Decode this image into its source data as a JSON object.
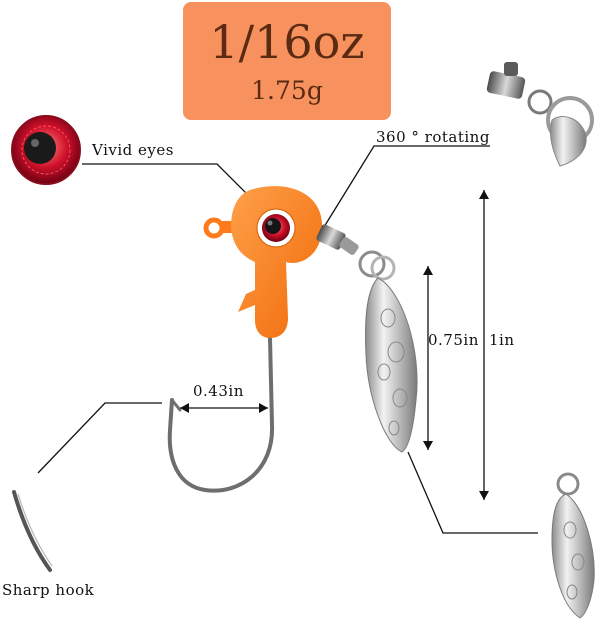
{
  "header": {
    "weight_oz": "1/16oz",
    "weight_g": "1.75g"
  },
  "callouts": {
    "vivid_eyes": "Vivid eyes",
    "rotating": "360 ° rotating",
    "sharp_hook": "Sharp hook"
  },
  "dimensions": {
    "hook_gap": "0.43in",
    "blade_length": "0.75in",
    "total_length": "1in"
  },
  "colors": {
    "banner": "#f7925e",
    "jig_head": "#ff7a1a",
    "eye_red": "#c8102e",
    "hook_metal": "#6e6e6e",
    "blade_silver": "#c8c8c8"
  },
  "icons": [
    "eye-closeup-icon",
    "jig-head-icon",
    "hook-icon",
    "swivel-icon",
    "willow-blade-icon",
    "hook-tip-closeup-icon"
  ]
}
